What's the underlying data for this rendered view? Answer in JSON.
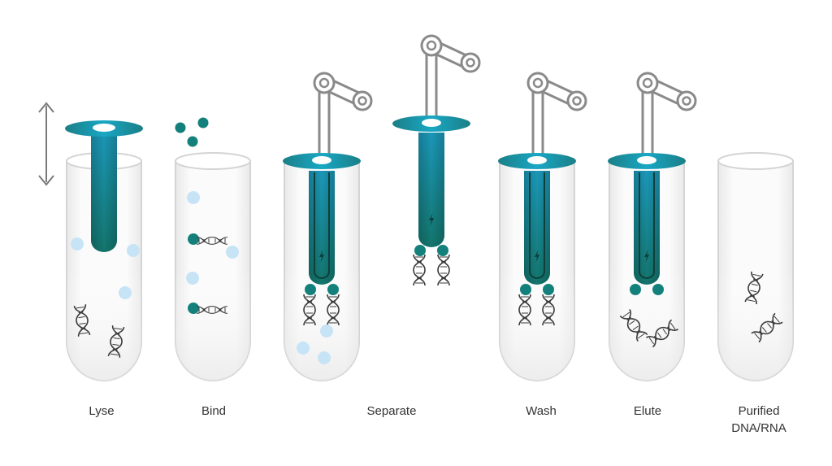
{
  "diagram": {
    "steps": [
      {
        "id": "lyse",
        "label_lines": [
          "Lyse"
        ]
      },
      {
        "id": "bind",
        "label_lines": [
          "Bind"
        ]
      },
      {
        "id": "separate",
        "label_lines": [
          "Separate"
        ]
      },
      {
        "id": "wash",
        "label_lines": [
          "Wash"
        ]
      },
      {
        "id": "elute",
        "label_lines": [
          "Elute"
        ]
      },
      {
        "id": "purified",
        "label_lines": [
          "Purified",
          "DNA/RNA"
        ]
      }
    ],
    "colors": {
      "teal_dark": "#17706b",
      "teal": "#1a8a8a",
      "teal_light": "#18a4c4",
      "bead": "#14807c",
      "light_bead": "#c6e4f6",
      "tube_stroke": "#d4d4d4",
      "arm_stroke": "#8a8a8a",
      "arrow": "#7a7a7a",
      "dna": "#3a3a3a"
    },
    "icons": [
      "up-down-arrow-icon",
      "robotic-arm-icon",
      "dna-helix-icon",
      "lightning-icon",
      "magnetic-bead-icon"
    ]
  }
}
